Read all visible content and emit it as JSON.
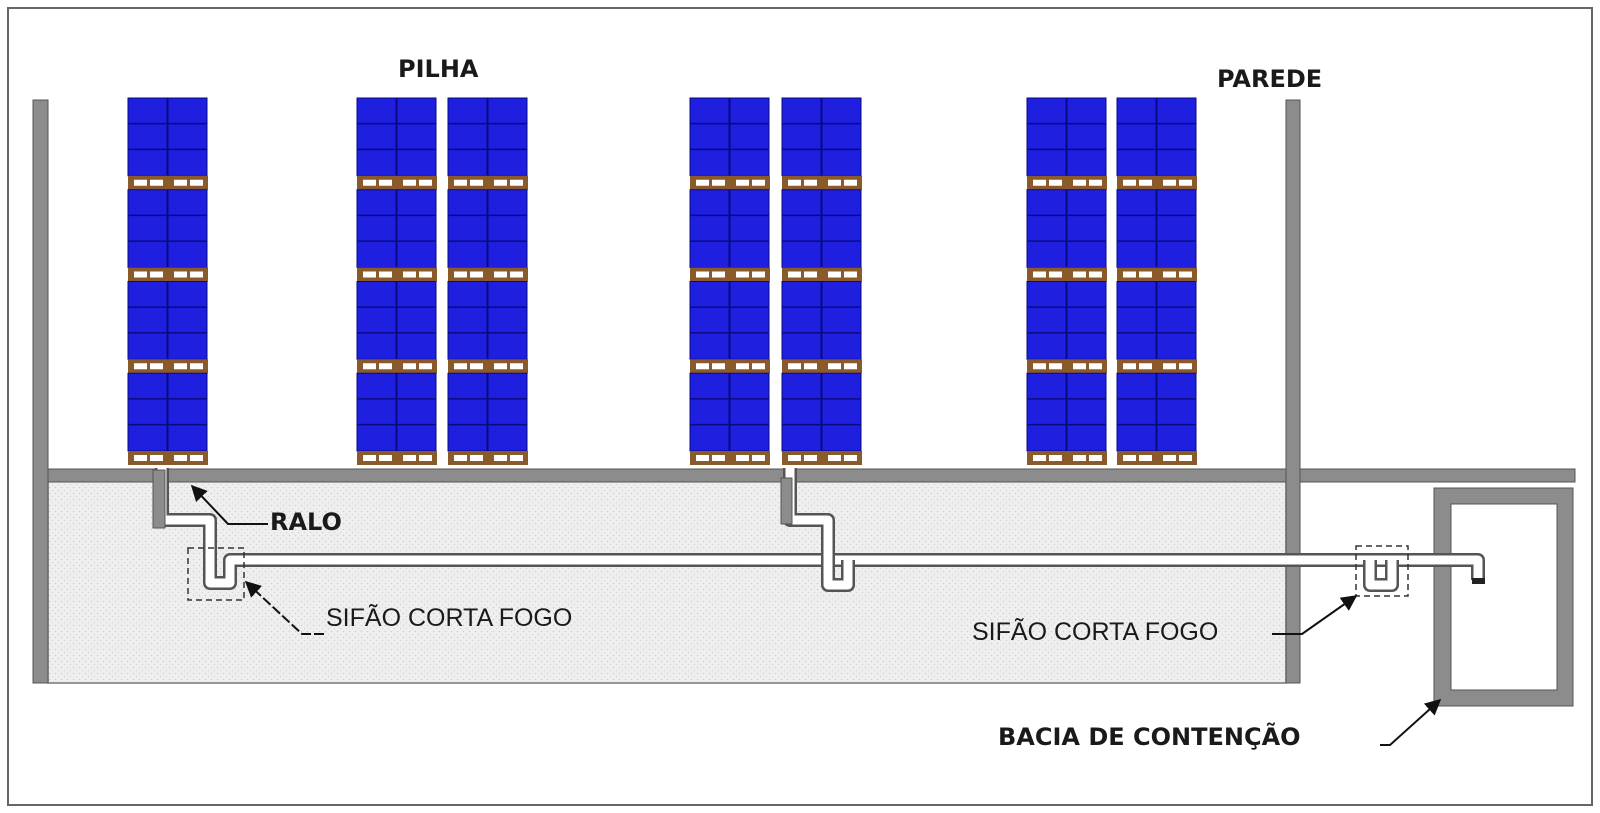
{
  "labels": {
    "pilha": "PILHA",
    "parede": "PAREDE",
    "ralo": "RALO",
    "sifao_left": "SIFÃO CORTA FOGO",
    "sifao_right": "SIFÃO CORTA FOGO",
    "bacia": "BACIA DE CONTENÇÃO"
  },
  "colors": {
    "drum": "#1f1fe0",
    "drum_line": "#0a0a80",
    "pallet": "#8a5a2b",
    "wall": "#8c8c8c",
    "floor": "#eeeeee",
    "pipe": "#ffffff",
    "pipe_stroke": "#555555"
  },
  "stacks": {
    "count": 7,
    "pallet_levels": 4
  }
}
